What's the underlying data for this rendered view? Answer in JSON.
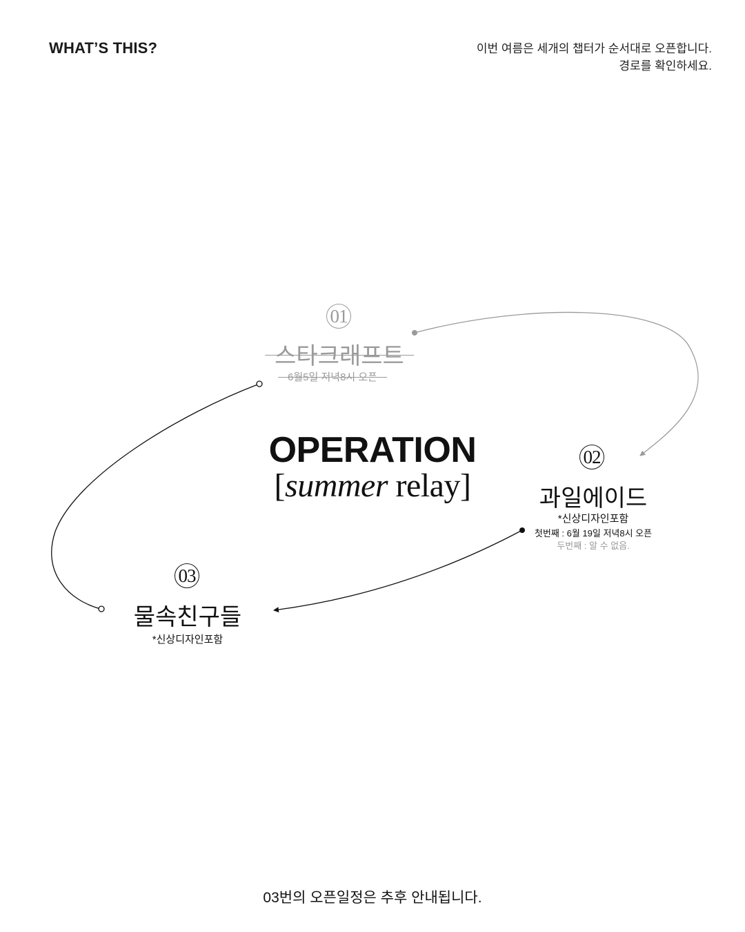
{
  "header": {
    "title": "WHAT’S THIS?",
    "intro_line1": "이번 여름은 세개의 챕터가 순서대로 오픈합니다.",
    "intro_line2": "경로를 확인하세요."
  },
  "center": {
    "title": "OPERATION",
    "subtitle_open": "[",
    "subtitle_italic": "summer",
    "subtitle_rest": " relay]"
  },
  "chapters": [
    {
      "number": "01",
      "name": "스타크래프트",
      "date": "6월5일 저녁8시 오픈",
      "status": "closed"
    },
    {
      "number": "02",
      "name": "과일에이드",
      "note": "*신상디자인포함",
      "first": "첫번째 : 6월 19일 저녁8시 오픈",
      "second": "두번째 : 알 수 없음."
    },
    {
      "number": "03",
      "name": "물속친구들",
      "note": "*신상디자인포함"
    }
  ],
  "footer": {
    "note": "03번의 오픈일정은 추후 안내됩니다."
  },
  "colors": {
    "text": "#111111",
    "muted": "#9a9a9a",
    "background": "#ffffff"
  }
}
